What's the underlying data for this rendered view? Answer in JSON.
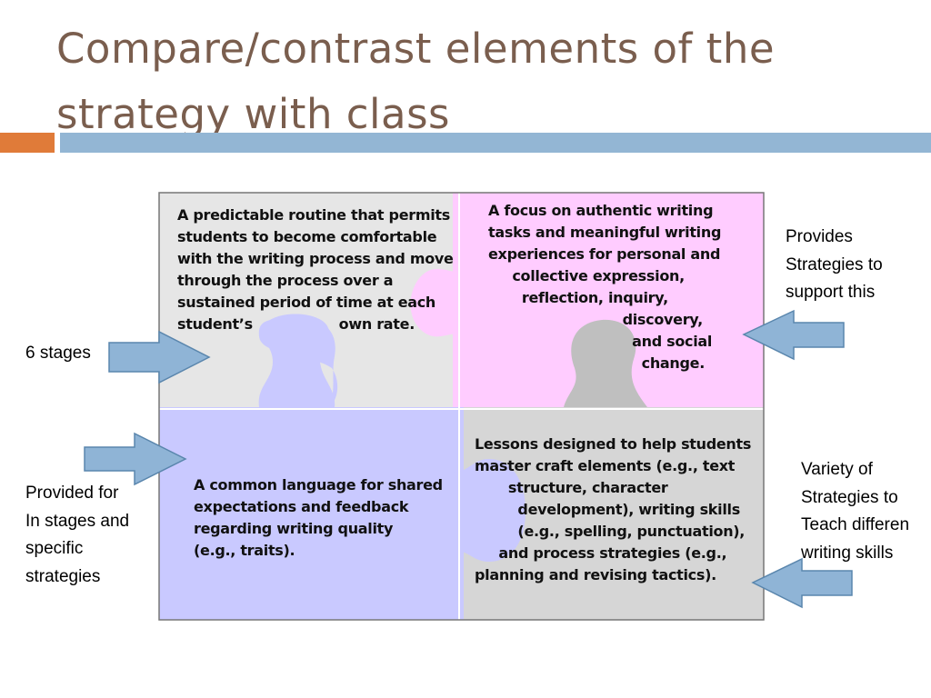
{
  "slide": {
    "title": "Compare/contrast elements of the\nstrategy with class"
  },
  "colors": {
    "title": "#7a5e4e",
    "accent_orange": "#e07b39",
    "accent_blue": "#93b6d4",
    "piece_top_left": "#e6e6e6",
    "piece_top_right": "#ffccff",
    "piece_bottom_left": "#c9c9ff",
    "piece_bottom_right": "#d6d6d6",
    "knob_gray": "#bfbfbf",
    "arrow_fill": "#8fb4d6",
    "arrow_stroke": "#5a86ad"
  },
  "puzzle": {
    "top_left": "A predictable routine that permits\nstudents to become comfortable\nwith the writing process and move\nthrough the process over a\nsustained period of time at each\nstudent’s                  own rate.",
    "top_right": "A focus on authentic writing\ntasks and meaningful writing\nexperiences for personal and\n     collective expression,\n       reflection, inquiry,\n                            discovery,\n                              and social\n                                change.",
    "bottom_left": "A common language for shared\nexpectations and feedback\nregarding writing quality\n(e.g., traits).",
    "bottom_right": "Lessons designed to help students\nmaster craft elements (e.g., text\n       structure, character\n         development), writing skills\n         (e.g., spelling, punctuation),\n     and process strategies (e.g.,\nplanning and revising tactics)."
  },
  "callouts": {
    "six_stages": "6 stages",
    "provides_strategies": "Provides\nStrategies to\nsupport this",
    "provided_for": "Provided for\nIn stages and\nspecific\nstrategies",
    "variety": "Variety of\nStrategies to\nTeach differen\nwriting skills"
  }
}
